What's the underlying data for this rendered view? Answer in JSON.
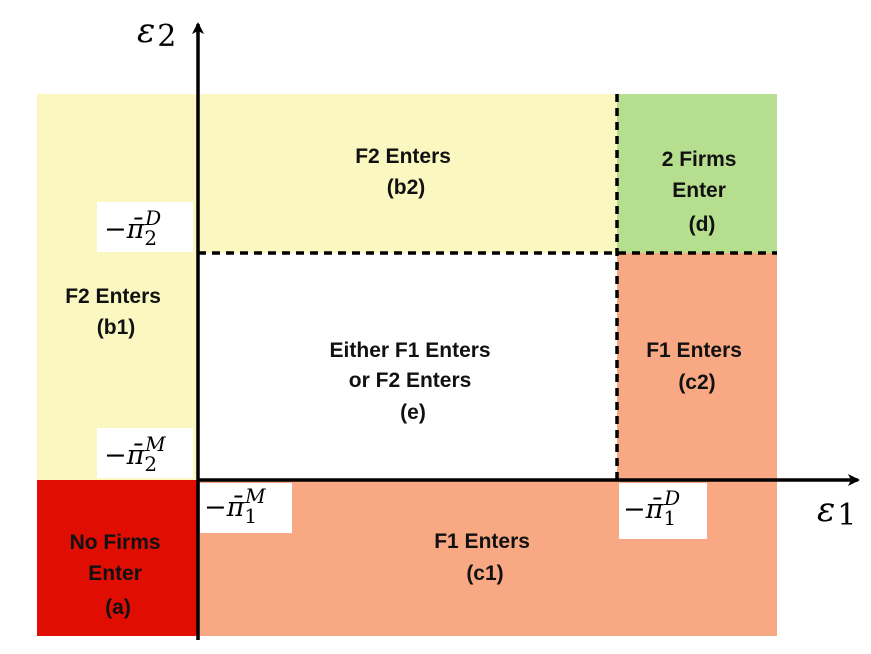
{
  "colors": {
    "yellow": "#fbf7c0",
    "green": "#b5df8f",
    "salmon": "#f8a882",
    "red": "#e00d03",
    "white": "#ffffff",
    "axis": "#000000"
  },
  "axes": {
    "x_name": "ε",
    "x_sub": "1",
    "y_name": "ε",
    "y_sub": "2"
  },
  "thresholds": {
    "y_duopoly": {
      "minus": "−",
      "var": "π̄",
      "sub": "2",
      "sup": "D"
    },
    "y_monopoly": {
      "minus": "−",
      "var": "π̄",
      "sub": "2",
      "sup": "M"
    },
    "x_monopoly": {
      "minus": "−",
      "var": "π̄",
      "sub": "1",
      "sup": "M"
    },
    "x_duopoly": {
      "minus": "−",
      "var": "π̄",
      "sub": "1",
      "sup": "D"
    }
  },
  "regions": {
    "a": {
      "lines": [
        "No Firms",
        "Enter",
        "(a)"
      ],
      "color": "#e00d03"
    },
    "b1": {
      "lines": [
        "F2 Enters",
        "(b1)"
      ],
      "color": "#fbf7c0"
    },
    "b2": {
      "lines": [
        "F2 Enters",
        "(b2)"
      ],
      "color": "#fbf7c0"
    },
    "c1": {
      "lines": [
        "F1 Enters",
        "(c1)"
      ],
      "color": "#f8a882"
    },
    "c2": {
      "lines": [
        "F1 Enters",
        "(c2)"
      ],
      "color": "#f8a882"
    },
    "d": {
      "lines": [
        "2 Firms",
        "Enter",
        "(d)"
      ],
      "color": "#b5df8f"
    },
    "e": {
      "lines": [
        "Either F1 Enters",
        "or F2 Enters",
        "(e)"
      ],
      "color": "#ffffff"
    }
  }
}
